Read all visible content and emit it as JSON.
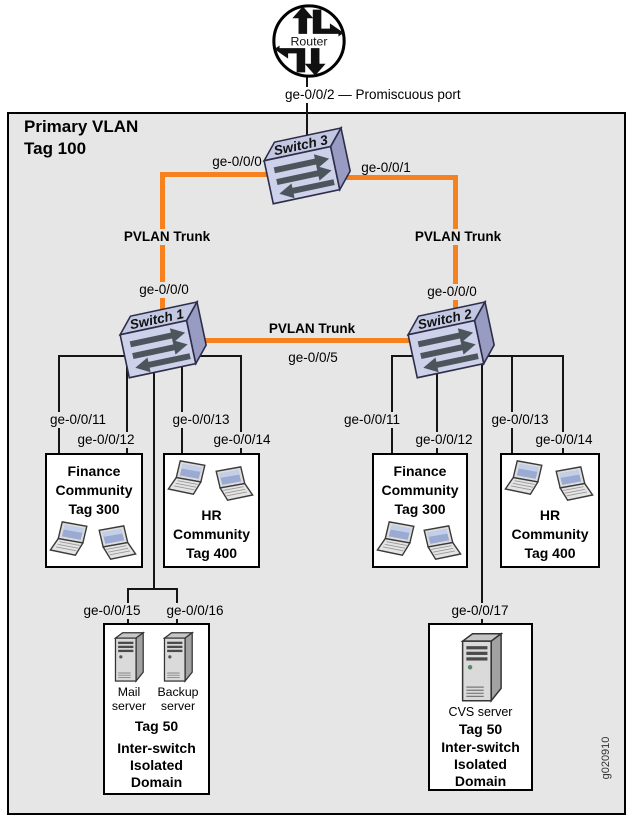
{
  "primary_vlan": {
    "line1": "Primary VLAN",
    "line2": "Tag 100"
  },
  "router": {
    "label": "Router",
    "port_label": "ge-0/0/2 — Promiscuous port"
  },
  "switch3": {
    "name": "Switch 3",
    "left_port": "ge-0/0/0",
    "right_port": "ge-0/0/1"
  },
  "trunks": {
    "left_label": "PVLAN Trunk",
    "right_label": "PVLAN Trunk",
    "middle_label": "PVLAN Trunk",
    "middle_port": "ge-0/0/5"
  },
  "switch1": {
    "name": "Switch 1",
    "uplink_port": "ge-0/0/0",
    "ports": {
      "p11": "ge-0/0/11",
      "p12": "ge-0/0/12",
      "p13": "ge-0/0/13",
      "p14": "ge-0/0/14",
      "p15": "ge-0/0/15",
      "p16": "ge-0/0/16"
    }
  },
  "switch2": {
    "name": "Switch 2",
    "uplink_port": "ge-0/0/0",
    "ports": {
      "p11": "ge-0/0/11",
      "p12": "ge-0/0/12",
      "p13": "ge-0/0/13",
      "p14": "ge-0/0/14",
      "p17": "ge-0/0/17"
    }
  },
  "groups": {
    "finance1": {
      "line1": "Finance",
      "line2": "Community",
      "line3": "Tag 300"
    },
    "hr1": {
      "line1": "HR",
      "line2": "Community",
      "line3": "Tag 400"
    },
    "finance2": {
      "line1": "Finance",
      "line2": "Community",
      "line3": "Tag 300"
    },
    "hr2": {
      "line1": "HR",
      "line2": "Community",
      "line3": "Tag 400"
    }
  },
  "isolated1": {
    "server1_line1": "Mail",
    "server1_line2": "server",
    "server2_line1": "Backup",
    "server2_line2": "server",
    "tag": "Tag 50",
    "domain1": "Inter-switch",
    "domain2": "Isolated",
    "domain3": "Domain"
  },
  "isolated2": {
    "server": "CVS server",
    "tag": "Tag 50",
    "domain1": "Inter-switch",
    "domain2": "Isolated",
    "domain3": "Domain"
  },
  "watermark": "g020910",
  "colors": {
    "trunk_orange": "#F5821F",
    "canvas_gray": "#E6E6E7",
    "switch_top": "#C3C8E2",
    "switch_front": "#CDD1E9",
    "switch_side": "#989CC3",
    "line_black": "#151515"
  }
}
